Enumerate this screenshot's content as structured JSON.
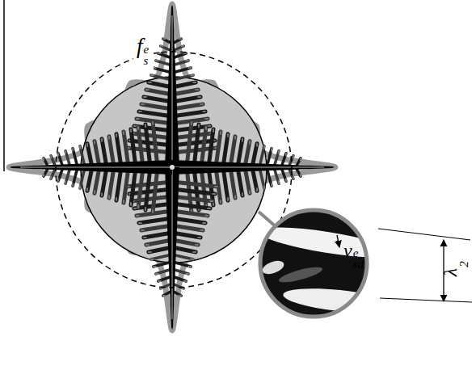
{
  "diagram": {
    "nodes": [
      {
        "text": [
          "f",
          "s",
          "e"
        ]
      }
    ],
    "labels": [
      "v",
      "sd",
      "e",
      "λ",
      "2"
    ]
  }
}
